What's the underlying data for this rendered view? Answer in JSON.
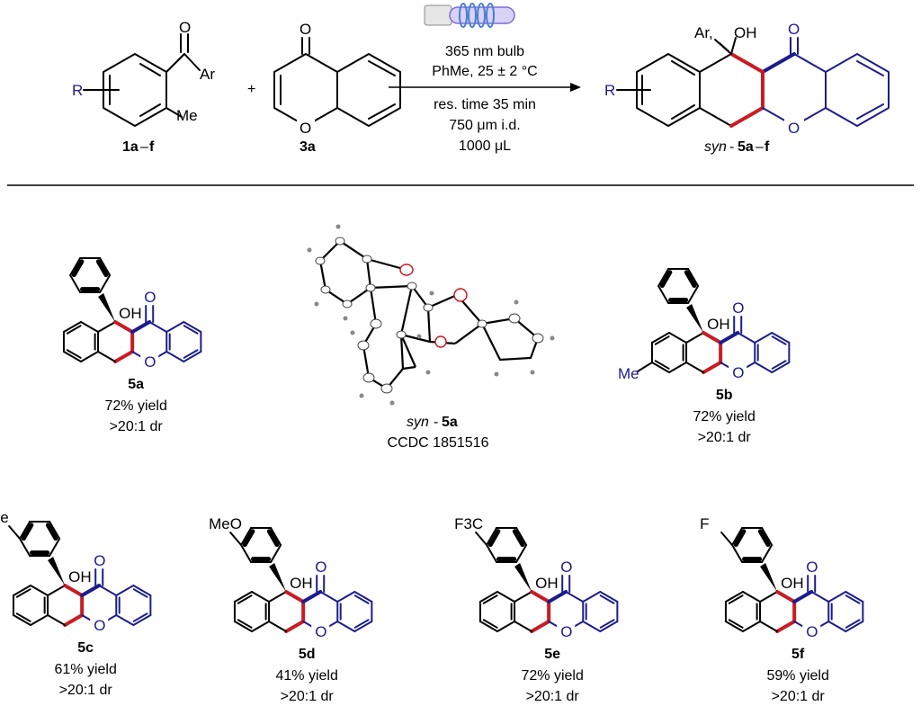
{
  "colors": {
    "blue": "#1c1c8c",
    "red": "#c81c24",
    "black": "#000000"
  },
  "reaction": {
    "plus": "+",
    "conditions": [
      "365 nm bulb",
      "PhMe, 25 ± 2 °C",
      "res. time 35 min",
      "750 μm i.d.",
      "1000 μL"
    ],
    "reactant1": {
      "label_num": "1a",
      "label_dash": "–",
      "label_end": "f",
      "R": "R",
      "Ar": "Ar",
      "O": "O",
      "Me": "Me"
    },
    "reactant2": {
      "label": "3a",
      "O_ring": "O",
      "O_keto": "O"
    },
    "product": {
      "label_italic": "syn",
      "label_dash": "-",
      "label_num": "5a",
      "label_dash2": "–",
      "label_end": "f",
      "R": "R",
      "Ar": "Ar,",
      "OH": "OH",
      "O_keto": "O",
      "O_ring": "O"
    }
  },
  "compounds": [
    {
      "id": "5a",
      "label": "5a",
      "yield": "72% yield",
      "dr": ">20:1 dr",
      "aryl_sub": "",
      "ring_sub": ""
    },
    {
      "id": "5b",
      "label": "5b",
      "yield": "72% yield",
      "dr": ">20:1 dr",
      "aryl_sub": "",
      "ring_sub": "Me"
    },
    {
      "id": "5c",
      "label": "5c",
      "yield": "61% yield",
      "dr": ">20:1 dr",
      "aryl_sub": "Me",
      "ring_sub": ""
    },
    {
      "id": "5d",
      "label": "5d",
      "yield": "41% yield",
      "dr": ">20:1 dr",
      "aryl_sub": "MeO",
      "ring_sub": ""
    },
    {
      "id": "5e",
      "label": "5e",
      "yield": "72% yield",
      "dr": ">20:1 dr",
      "aryl_sub": "F3C",
      "ring_sub": ""
    },
    {
      "id": "5f",
      "label": "5f",
      "yield": "59% yield",
      "dr": ">20:1 dr",
      "aryl_sub": "F",
      "ring_sub": ""
    }
  ],
  "common_atoms": {
    "OH": "OH",
    "O": "O"
  },
  "crystal": {
    "label_italic": "syn",
    "label_dash": "-",
    "label_num": "5a",
    "ccdc": "CCDC 1851516"
  }
}
